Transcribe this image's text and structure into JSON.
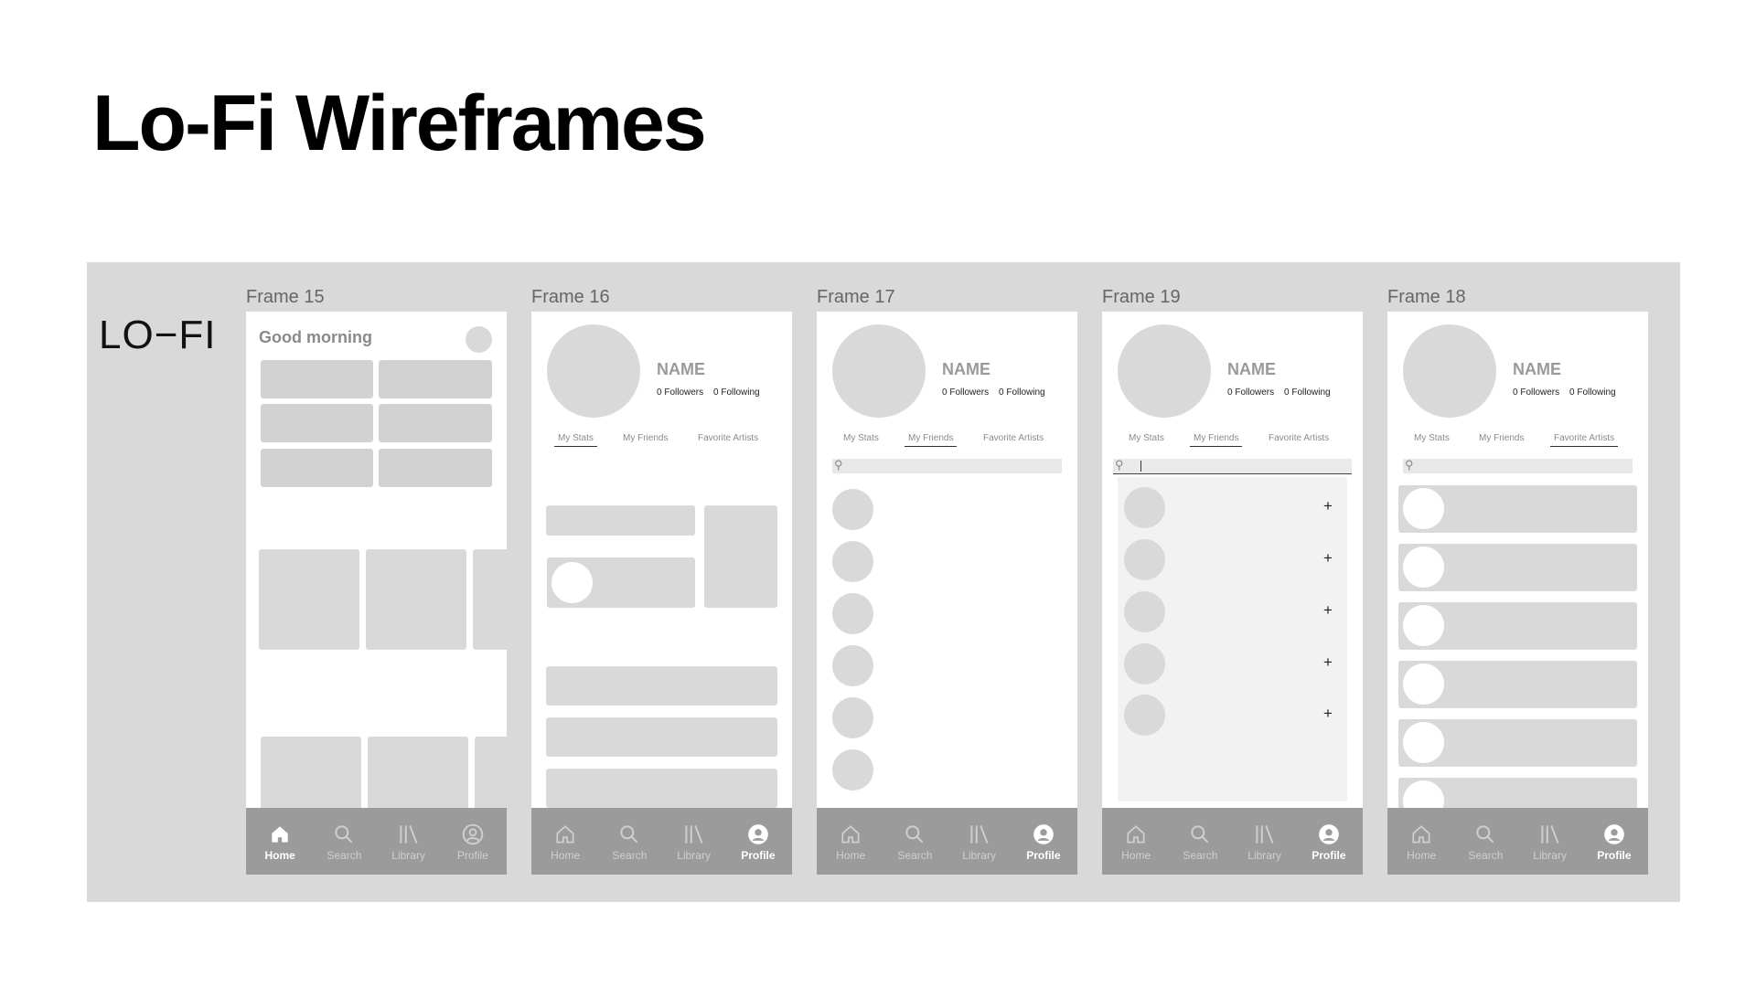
{
  "title": "Lo-Fi Wireframes",
  "board_label": "LO−FI",
  "frames": [
    {
      "label": "Frame 15",
      "greeting": "Good morning",
      "active_tab": "Home"
    },
    {
      "label": "Frame 16",
      "name": "NAME",
      "followers": "0 Followers",
      "following": "0 Following",
      "active_profile_tab": "My Stats",
      "active_tab": "Profile"
    },
    {
      "label": "Frame 17",
      "name": "NAME",
      "followers": "0 Followers",
      "following": "0 Following",
      "active_profile_tab": "My Friends",
      "active_tab": "Profile"
    },
    {
      "label": "Frame 19",
      "name": "NAME",
      "followers": "0 Followers",
      "following": "0 Following",
      "active_profile_tab": "My Friends",
      "add_label": "+",
      "active_tab": "Profile"
    },
    {
      "label": "Frame 18",
      "name": "NAME",
      "followers": "0 Followers",
      "following": "0 Following",
      "active_profile_tab": "Favorite Artists",
      "active_tab": "Profile"
    }
  ],
  "profile_tabs": [
    "My Stats",
    "My Friends",
    "Favorite Artists"
  ],
  "nav": [
    {
      "label": "Home",
      "icon": "home-icon"
    },
    {
      "label": "Search",
      "icon": "search-icon"
    },
    {
      "label": "Library",
      "icon": "library-icon"
    },
    {
      "label": "Profile",
      "icon": "profile-icon"
    }
  ],
  "colors": {
    "board": "#d9d9d9",
    "navbar": "#9b9b9b",
    "placeholder": "#d9d9d9"
  }
}
